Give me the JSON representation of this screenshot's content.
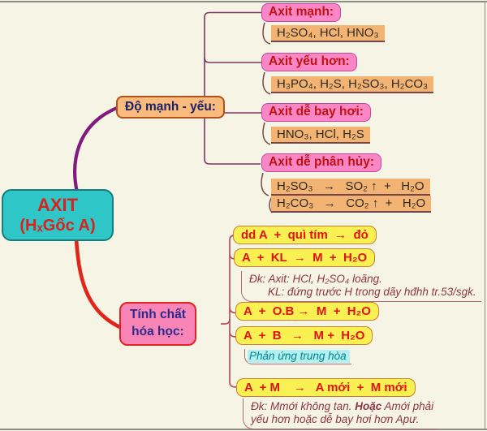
{
  "root": {
    "title": "AXIT",
    "subtitle": "(HₓGốc A)"
  },
  "strength": {
    "label": "Độ mạnh - yếu:",
    "items": [
      {
        "label": "Axit mạnh:",
        "content": "H₂SO₄, HCl, HNO₃"
      },
      {
        "label": "Axit yếu hơn:",
        "content": "H₃PO₄, H₂S, H₂SO₃, H₂CO₃"
      },
      {
        "label": "Axit dễ bay hơi:",
        "content": "HNO₃, HCl, H₂S"
      },
      {
        "label": "Axit dễ phân hủy:",
        "eq1": "H₂SO₃   →   SO₂ ↑  +   H₂O",
        "eq2": "H₂CO₃   →   CO₂ ↑  +   H₂O"
      }
    ]
  },
  "properties": {
    "label_line1": "Tính chất",
    "label_line2": "hóa học:",
    "r1": "dd A  +  quì tím  →  đỏ",
    "r2": "A  +  KL  →  M  +  H₂O",
    "r2_note_line1": "Đk: Axit: HCl, H₂SO₄ loãng.",
    "r2_note_line2": "KL: đứng trước H trong dãy hđhh tr.53/sgk.",
    "r3": "A  +  O.B →  M  +  H₂O",
    "r4": "A  +  B   →   M +  H₂O",
    "r4_note": "Phản ứng trung hòa",
    "r5": "A  + M    →   A mới  +  M mới",
    "r5_note_part1": "Đk: Mmới không tan. ",
    "r5_note_bold": "Hoặc",
    "r5_note_part2": " Amới phải",
    "r5_note_line2": "yếu hơn hoặc dễ bay hơi hơn Apư."
  },
  "colors": {
    "background": "#f6f4e4",
    "root_fill": "#2ec6c6",
    "root_text": "#d8231d",
    "strength_branch_curve": "#801b7e",
    "properties_branch_curve": "#e1251b",
    "pink_node_fill": "#fa87c5",
    "orange_node_fill": "#f3b373",
    "yellow_node_fill": "#f9f052",
    "note_text": "#8e3448",
    "highlight_note_bg": "#b2f0f2"
  }
}
